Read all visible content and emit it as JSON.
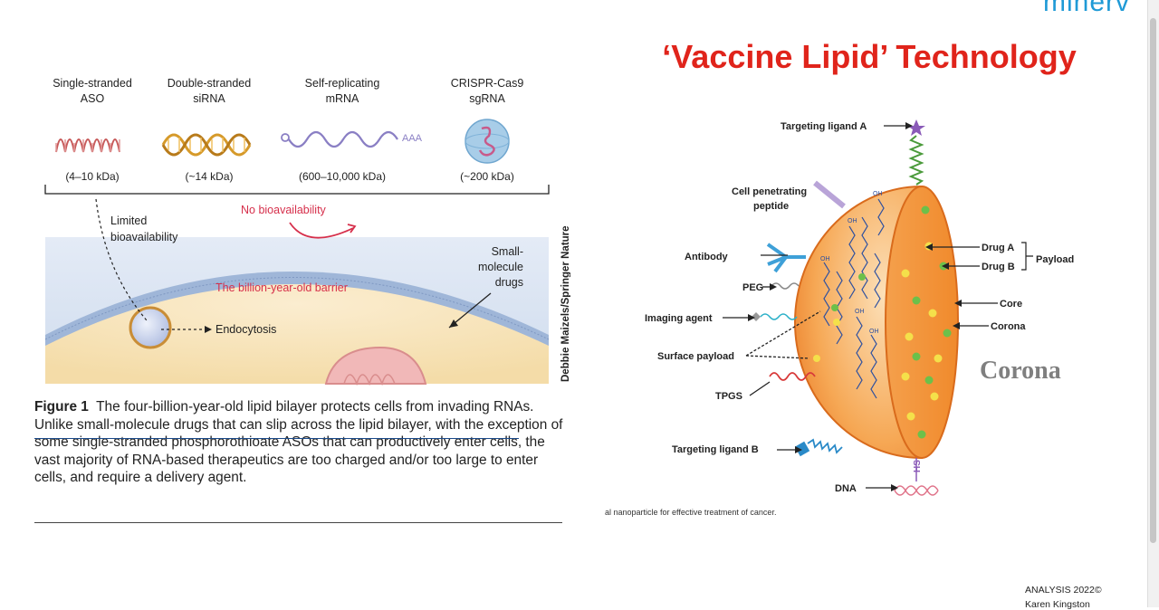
{
  "header": {
    "logo_text": "minerv"
  },
  "slide": {
    "title": "‘Vaccine Lipid’ Technology"
  },
  "left_figure": {
    "molecules": [
      {
        "line1": "Single-stranded",
        "line2": "ASO",
        "size": "(4–10 kDa)"
      },
      {
        "line1": "Double-stranded",
        "line2": "siRNA",
        "size": "(~14 kDa)"
      },
      {
        "line1": "Self-replicating",
        "line2": "mRNA",
        "size": "(600–10,000 kDa)"
      },
      {
        "line1": "CRISPR-Cas9",
        "line2": "sgRNA",
        "size": "(~200 kDa)"
      }
    ],
    "aaa_label": "AAA",
    "no_bioavailability": "No bioavailability",
    "limited_line1": "Limited",
    "limited_line2": "bioavailability",
    "barrier_label": "The billion-year-old barrier",
    "small_line1": "Small-",
    "small_line2": "molecule",
    "small_line3": "drugs",
    "endocytosis": "Endocytosis",
    "credit": "Debbie Maizels/Springer Nature"
  },
  "caption": {
    "fig_label": "Figure 1",
    "text": "The four-billion-year-old lipid bilayer protects cells from invading RNAs. Unlike small-molecule drugs that can slip across the lipid bilayer, with the exception of some single-stranded phosphorothioate ASOs that can productively enter cells, the vast majority of RNA-based therapeutics are too charged and/or too large to enter cells, and require a delivery agent."
  },
  "right_figure": {
    "targeting_a": "Targeting ligand A",
    "cell_pen_line1": "Cell penetrating",
    "cell_pen_line2": "peptide",
    "antibody": "Antibody",
    "peg": "PEG",
    "imaging": "Imaging agent",
    "surface_payload": "Surface payload",
    "tpgs": "TPGS",
    "targeting_b": "Targeting ligand B",
    "dna": "DNA",
    "drug_a": "Drug A",
    "drug_b": "Drug B",
    "payload": "Payload",
    "core": "Core",
    "corona": "Corona",
    "corona_big": "Corona",
    "oh": "OH",
    "hs": "HS",
    "caption_fragment": "al nanoparticle for effective treatment of cancer."
  },
  "footer": {
    "line1": "ANALYSIS 2022©",
    "line2": "Karen Kingston"
  },
  "colors": {
    "title_red": "#e0241b",
    "logo_blue": "#1f9ad6",
    "nanoparticle_orange": "#f08a2c"
  }
}
